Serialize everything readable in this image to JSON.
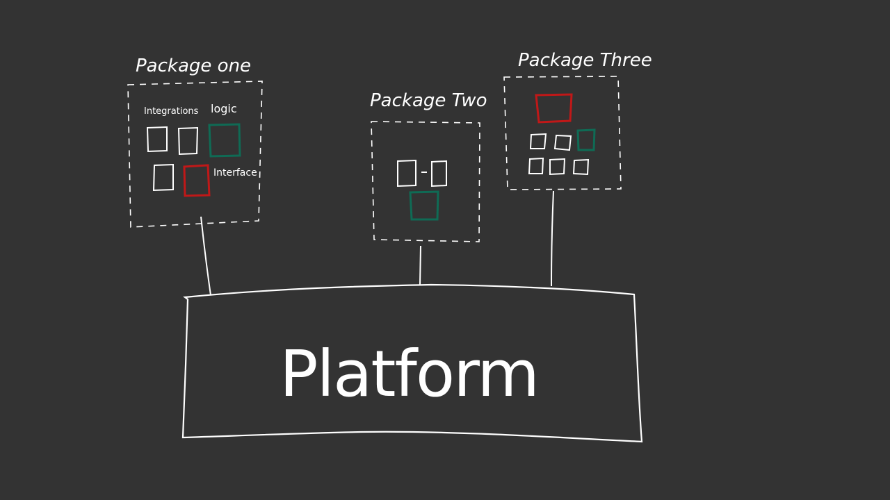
{
  "colors": {
    "background": "#333333",
    "stroke": "#ffffff",
    "accent_green": "#0f6b55",
    "accent_red": "#c01818"
  },
  "packages": [
    {
      "title": "Package one",
      "labels": {
        "integrations": "Integrations",
        "logic": "logic",
        "interface": "Interface"
      }
    },
    {
      "title": "Package Two"
    },
    {
      "title": "Package Three"
    }
  ],
  "platform": {
    "label": "Platform"
  }
}
